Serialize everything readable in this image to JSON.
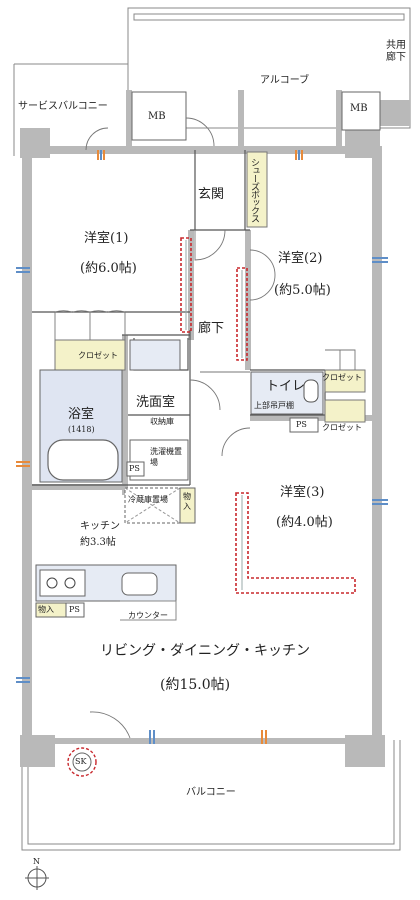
{
  "rooms": {
    "western1": {
      "name": "洋室(1)",
      "size": "(約6.0帖)"
    },
    "western2": {
      "name": "洋室(2)",
      "size": "(約5.0帖)"
    },
    "western3": {
      "name": "洋室(3)",
      "size": "(約4.0帖)"
    },
    "entrance": "玄関",
    "corridor": "廊下",
    "bath": {
      "name": "浴室",
      "size": "(1418)"
    },
    "washroom": {
      "name": "洗面室",
      "storage": "収納庫"
    },
    "toilet": {
      "name": "トイレ",
      "note": "上部吊戸棚"
    },
    "kitchen": {
      "name": "キッチン",
      "size": "約3.3帖"
    },
    "ldk": {
      "name": "リビング・ダイニング・キッチン",
      "size": "(約15.0帖)"
    }
  },
  "spaces": {
    "alcove": "アルコーブ",
    "service_balcony": "サービスバルコニー",
    "shared_corridor": "共用廊下",
    "balcony": "バルコニー"
  },
  "fixtures": {
    "mb_left": "MB",
    "mb_right": "MB",
    "shoes_box": "シューズボックス",
    "closet1": "クロゼット",
    "closet_toilet_top": "クロゼット",
    "closet_toilet_bottom": "クロゼット",
    "washer": "洗濯機置場",
    "fridge": "冷蔵庫置場",
    "storage_fridge": "物入",
    "storage_kitchen": "物入",
    "ps_wash": "PS",
    "ps_kitchen": "PS",
    "ps_toilet": "PS",
    "counter": "カウンター",
    "sk": "SK",
    "compass": "N"
  },
  "colors": {
    "wall": "#b9b9b9",
    "closet_fill": "#f4f2c9",
    "bath_fill": "#dfe5f2",
    "sink_fill": "#e6ebf4",
    "dash_red": "#c8282d",
    "window_blue": "#5e8ec7",
    "window_orange": "#e88a3a"
  }
}
